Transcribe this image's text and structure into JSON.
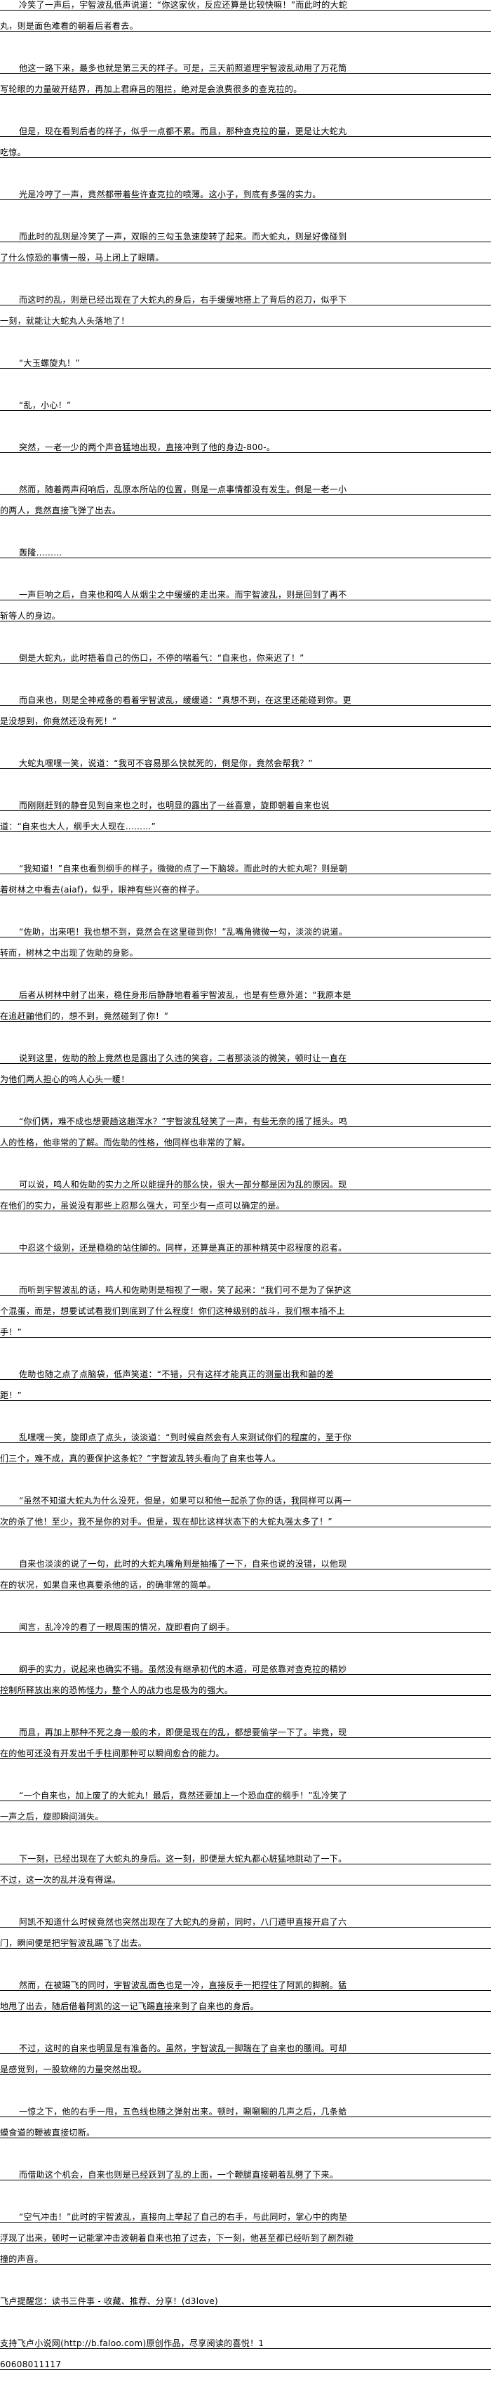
{
  "paragraphs": [
    "冷笑了一声后，宇智波乱低声说道：“你这家伙，反应还算是比较快嘛！”而此时的大蛇丸，则是面色难看的朝着后者看去。",
    "他这一路下来，最多也就是第三天的样子。可是，三天前照道理宇智波乱动用了万花筒写轮眼的力量破开结界，再加上君麻吕的阻拦，绝对是会浪费很多的查克拉的。",
    "但是，现在看到后者的样子，似乎一点都不累。而且，那种查克拉的量，更是让大蛇丸吃惊。",
    "光是冷哼了一声，竟然都带着些许查克拉的喷薄。这小子，到底有多强的实力。",
    "而此时的乱则是冷笑了一声，双眼的三勾玉急速旋转了起来。而大蛇丸，则是好像碰到了什么惊恐的事情一般，马上闭上了眼睛。",
    "而这时的乱，则是已经出现在了大蛇丸的身后，右手缓缓地搭上了背后的忍刀，似乎下一刻，就能让大蛇丸人头落地了！",
    "“大玉螺旋丸！”",
    "“乱，小心！”",
    "突然，一老一少的两个声音猛地出现，直接冲到了他的身边-800-。",
    "然而，随着两声闷响后，乱原本所站的位置，则是一点事情都没有发生。倒是一老一小的两人，竟然直接飞弹了出去。",
    "轰隆………",
    "一声巨响之后，自来也和鸣人从烟尘之中缓缓的走出来。而宇智波乱，则是回到了再不斩等人的身边。",
    "倒是大蛇丸，此时捂着自己的伤口，不停的喘着气：“自来也，你来迟了！”",
    "而自来也，则是全神戒备的看着宇智波乱，缓缓道：“真想不到，在这里还能碰到你。更是没想到，你竟然还没有死！”",
    "大蛇丸嘿嘿一笑，说道：“我可不容易那么快就死的，倒是你，竟然会帮我？”",
    "而刚刚赶到的静音见到自来也之时，也明显的露出了一丝喜意，旋即朝着自来也说道：“自来也大人，纲手大人现在………”",
    "“我知道！”自来也看到纲手的样子，微微的点了一下脑袋。而此时的大蛇丸呢？则是朝着树林之中看去(aiaf)，似乎，眼神有些兴奋的样子。",
    "“佐助，出来吧！我也想不到，竟然会在这里碰到你！”乱嘴角微微一勾，淡淡的说道。转而，树林之中出现了佐助的身影。",
    "后者从树林中射了出来，稳住身形后静静地看着宇智波乱，也是有些意外道：“我原本是在追赶鼬他们的，想不到，竟然碰到了你！”",
    "说到这里，佐助的脸上竟然也是露出了久违的笑容，二者那淡淡的微笑，顿时让一直在为他们两人担心的鸣人心头一暖！",
    "“你们俩，难不成也想要趟这趟浑水？”宇智波乱轻笑了一声，有些无奈的摇了摇头。鸣人的性格，他非常的了解。而佐助的性格，他同样也非常的了解。",
    "可以说，鸣人和佐助的实力之所以能提升的那么快，很大一部分都是因为乱的原因。现在他们的实力，虽说没有那些上忍那么强大，可至少有一点可以确定的是。",
    "中忍这个级别，还是稳稳的站住脚的。同样，还算是真正的那种精英中忍程度的忍者。",
    "而听到宇智波乱的话，鸣人和佐助则是相视了一眼，笑了起来：“我们可不是为了保护这个混蛋，而是，想要试试看我们到底到了什么程度！你们这种级别的战斗，我们根本插不上手！”",
    "佐助也随之点了点脑袋，低声笑道：“不错，只有这样才能真正的测量出我和鼬的差距！”",
    "乱嘿嘿一笑，旋即点了点头，淡淡道：“到时候自然会有人来测试你们的程度的，至于你们三个，难不成，真的要保护这条蛇？”宇智波乱转头看向了自来也等人。",
    "“虽然不知道大蛇丸为什么没死，但是，如果可以和他一起杀了你的话，我同样可以再一次的杀了他！至少，我不是你的对手。但是，现在却比这样状态下的大蛇丸强太多了！”",
    "自来也淡淡的说了一句，此时的大蛇丸嘴角则是抽搐了一下，自来也说的没错，以他现在的状况，如果自来也真要杀他的话，的确非常的简单。",
    "闻言，乱冷冷的看了一眼周围的情况，旋即看向了纲手。",
    "纲手的实力，说起来也确实不错。虽然没有继承初代的木遁，可是依靠对查克拉的精妙控制所释放出来的恐怖怪力，整个人的战力也是极为的强大。",
    "而且，再加上那种不死之身一般的术，即便是现在的乱，都想要偷学一下了。毕竟，现在的他可还没有开发出千手柱间那种可以瞬间愈合的能力。",
    "“一个自来也，加上废了的大蛇丸！最后，竟然还要加上一个恐血症的纲手！”乱冷笑了一声之后，旋即瞬间消失。",
    "下一刻，已经出现在了大蛇丸的身后。这一刻，即便是大蛇丸都心脏猛地跳动了一下。不过，这一次的乱并没有得逞。",
    "阿凯不知道什么时候竟然也突然出现在了大蛇丸的身前，同时，八门遁甲直接开启了六门，瞬间便是把宇智波乱踢飞了出去。",
    "然而，在被踢飞的同时，宇智波乱面色也是一冷，直接反手一把捏住了阿凯的脚腕。猛地甩了出去，随后借着阿凯的这一记飞踢直接来到了自来也的身后。",
    "不过，这时的自来也明显是有准备的。虽然，宇智波乱一脚踹在了自来也的腰间。可却是感觉到，一股软绵的力量突然出现。",
    "一惊之下，他的右手一甩，五色线也随之弹射出来。顿时，唰唰唰的几声之后，几条蛤蟆食道的鞭被直接切断。",
    "而借助这个机会，自来也则是已经跃到了乱的上面，一个鞭腿直接朝着乱劈了下来。",
    "“空气冲击！”此时的宇智波乱，直接向上举起了自己的右手，与此同时，掌心中的肉垫浮现了出来，顿时一记能掌冲击波朝着自来也拍了过去，下一刻，他甚至都已经听到了剧烈碰撞的声音。"
  ],
  "footer": {
    "reminder": "飞卢提醒您：读书三件事 - 收藏、推荐、分享！(d3love)",
    "support": "支持飞卢小说网(http://b.faloo.com)原创作品，尽享阅读的喜悦！1",
    "code": "60608011117"
  }
}
